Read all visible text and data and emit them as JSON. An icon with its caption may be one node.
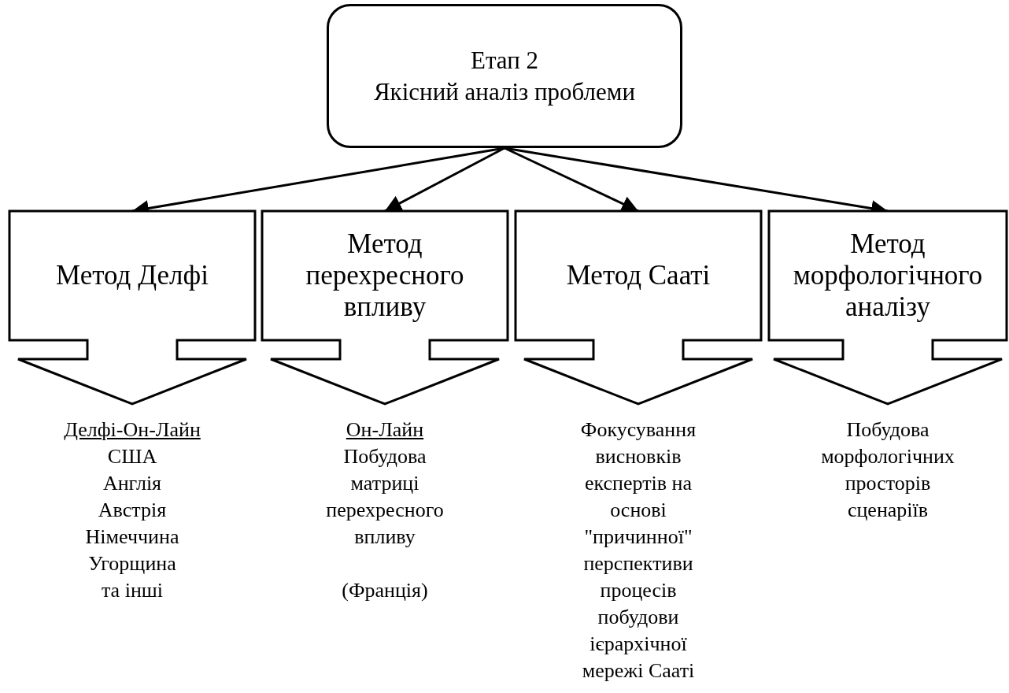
{
  "diagram": {
    "nodes": [
      {
        "text": [
          "Етап 2",
          "Якісний аналіз проблеми"
        ]
      },
      {
        "text": [
          "Метод Делфі"
        ],
        "beside": [
          "Делфі-Он-Лайн",
          "США",
          "Англія",
          "Австрія",
          "Німеччина",
          "Угорщина",
          "та інші"
        ]
      },
      {
        "text": [
          "Метод перехресного впливу"
        ],
        "beside": [
          "Он-Лайн",
          "Побудова матриці перехресного впливу",
          "(Франція)"
        ]
      },
      {
        "text": [
          "Метод Сааті"
        ],
        "beside": [
          "Фокусування висновків експертів на основі \"причинної\" перспективи процесів побудови ієрархічної мережі Сааті"
        ]
      },
      {
        "text": [
          "Метод морфологічного аналізу"
        ],
        "beside": [
          "Побудова морфологічних просторів сценаріїв"
        ]
      }
    ],
    "edges": [
      {
        "from": 0,
        "to": 1,
        "arrow": "to"
      },
      {
        "from": 0,
        "to": 2,
        "arrow": "to"
      },
      {
        "from": 0,
        "to": 3,
        "arrow": "to"
      },
      {
        "from": 0,
        "to": 4,
        "arrow": "to"
      }
    ]
  }
}
